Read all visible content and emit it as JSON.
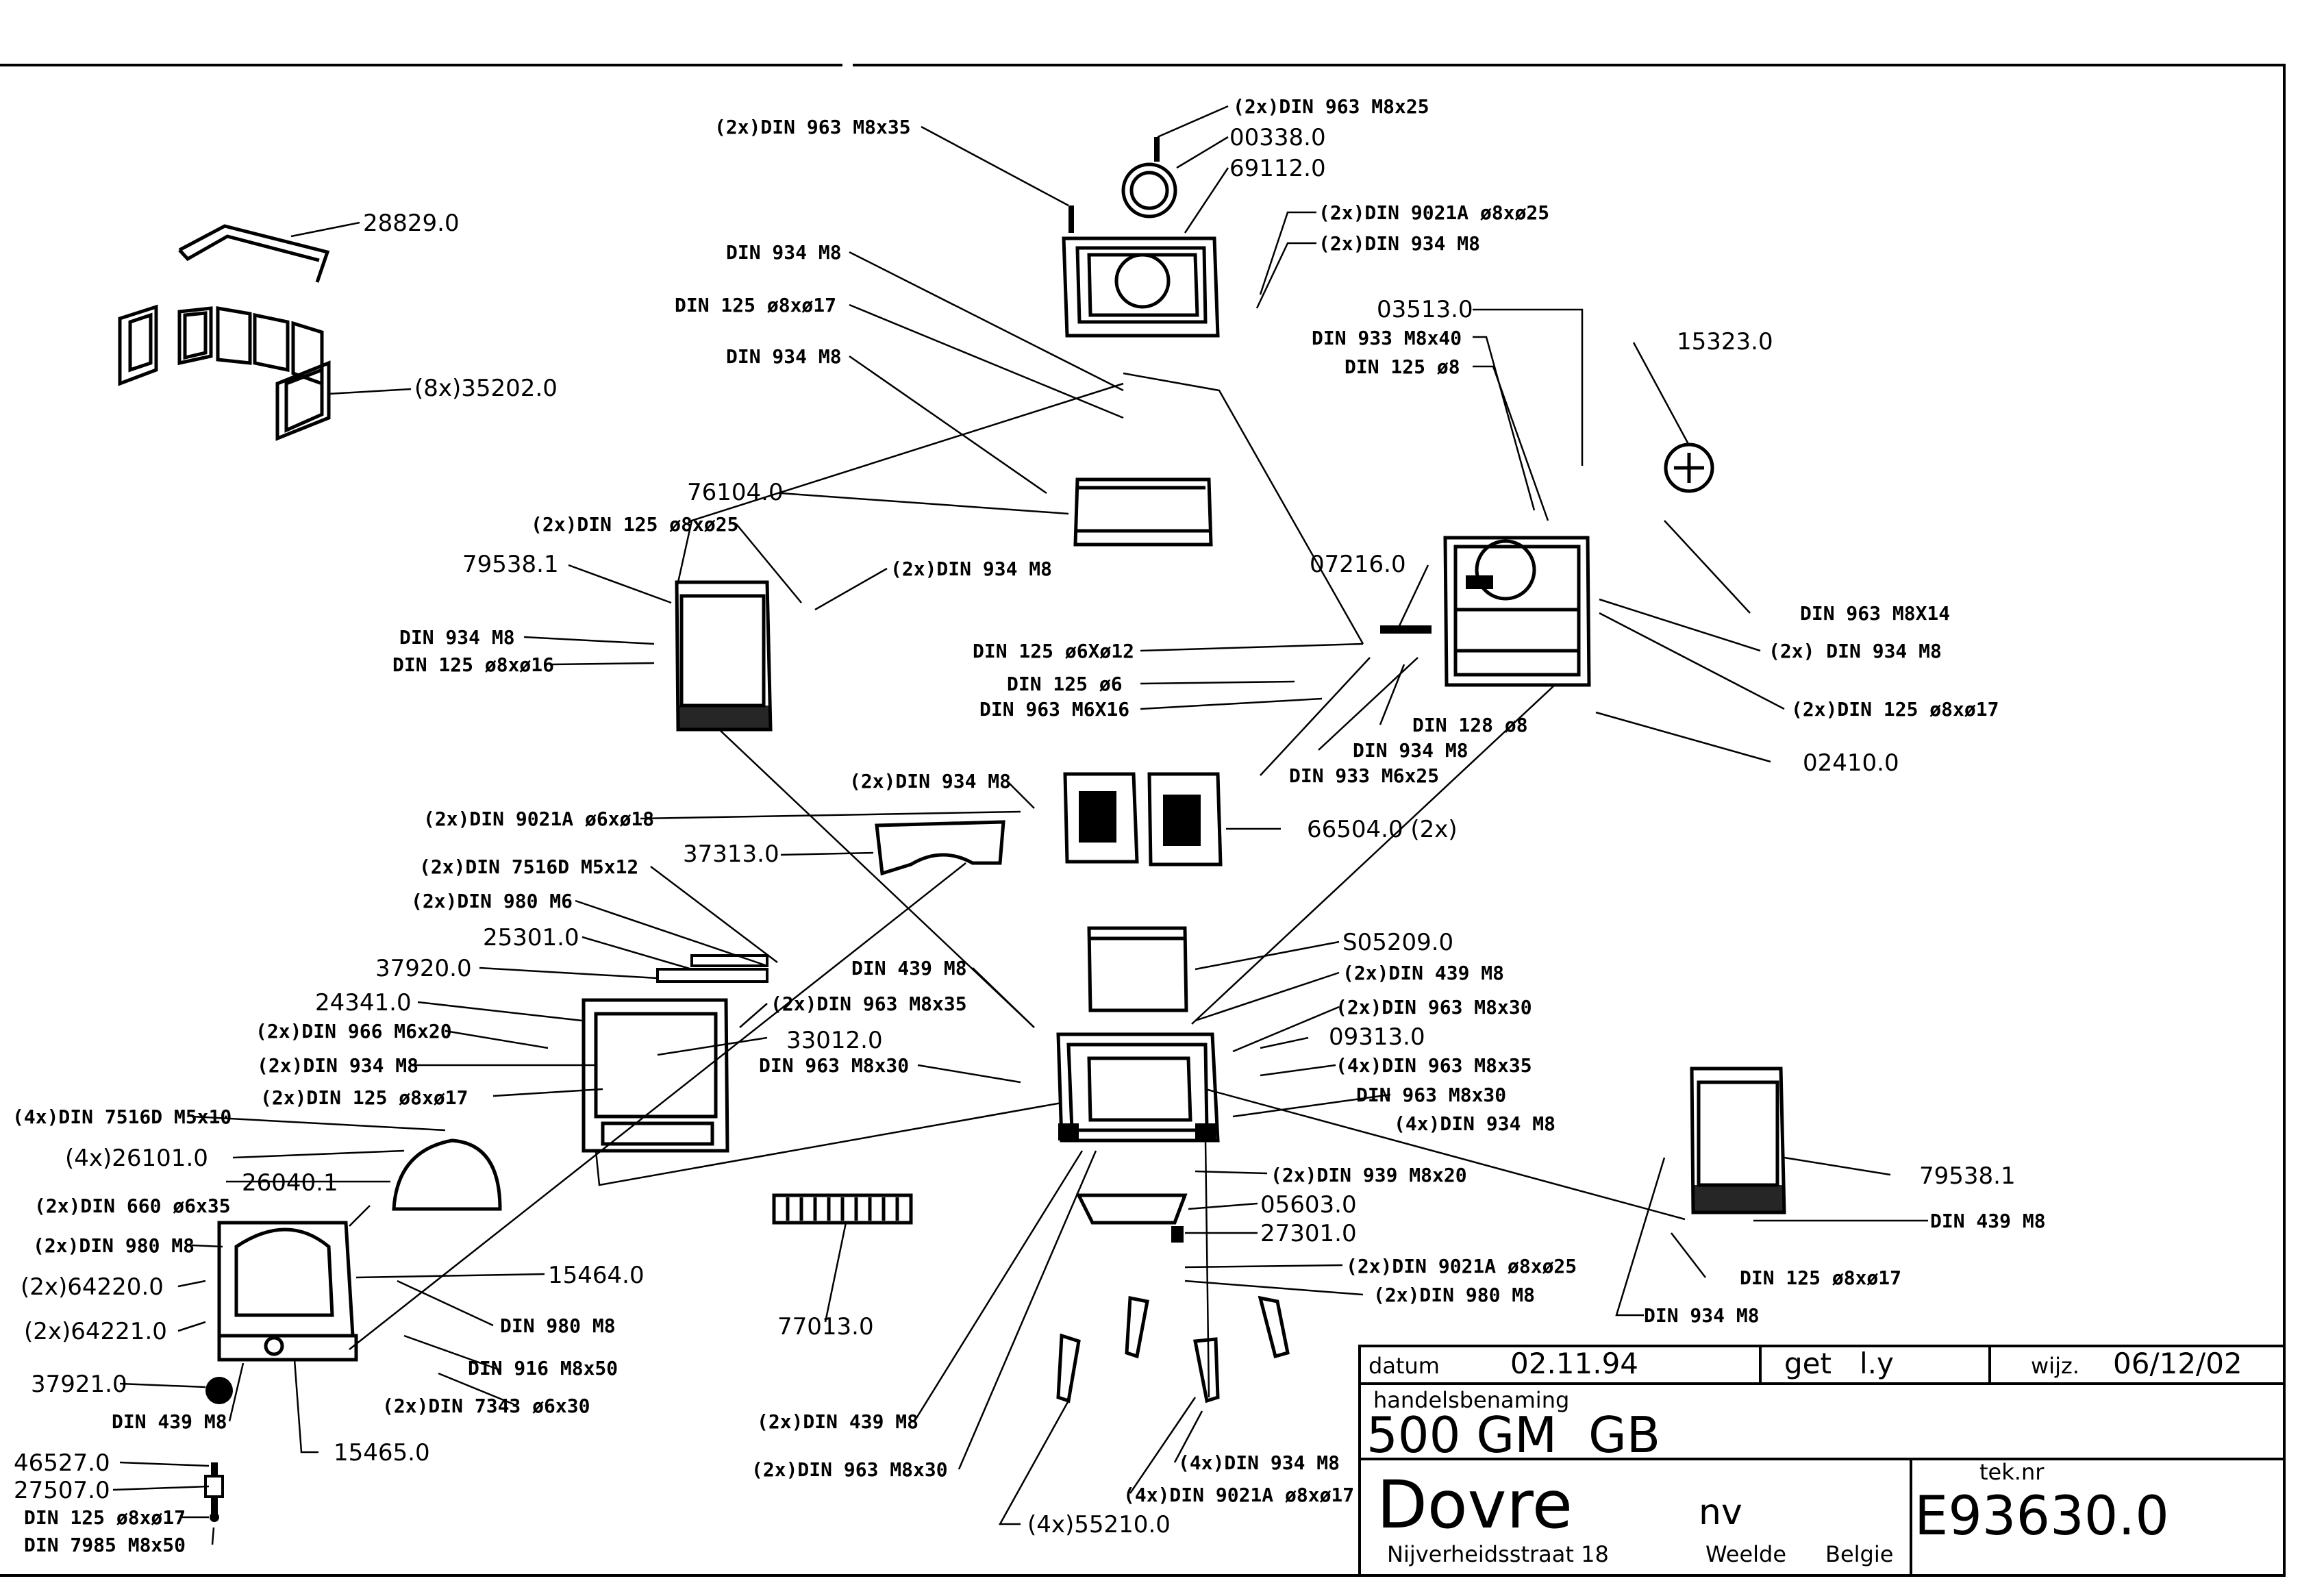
{
  "labels": {
    "l01": "(2x)DIN 963 M8x25",
    "l02": "(2x)DIN 963 M8x35",
    "l03": "00338.0",
    "l04": "69112.0",
    "l05": "28829.0",
    "l06": "(2x)DIN 9021A ø8xø25",
    "l07": "(2x)DIN 934 M8",
    "l08": "DIN 934 M8",
    "l09": "DIN 125 ø8xø17",
    "l10": "03513.0",
    "l11": "DIN 933 M8x40",
    "l12": "(8x)35202.0",
    "l13": "DIN 934 M8",
    "l14": "DIN 125 ø8",
    "l15": "15323.0",
    "l16": "76104.0",
    "l17": "(2x)DIN 125 ø8xø25",
    "l18": "79538.1",
    "l19": "(2x)DIN 934 M8",
    "l20": "07216.0",
    "l21": "DIN 963 M8X14",
    "l22": "DIN 934 M8",
    "l23": "DIN 125 ø8xø16",
    "l24": "DIN 125 ø6Xø12",
    "l25": "(2x) DIN 934 M8",
    "l26": "DIN 125 ø6",
    "l27": "DIN 963 M6X16",
    "l28": "(2x)DIN 125 ø8xø17",
    "l29": "DIN 128 ø8",
    "l30": "DIN 934 M8",
    "l31": "02410.0",
    "l32": "DIN 933 M6x25",
    "l33": "(2x)DIN 934 M8",
    "l34": "(2x)DIN 9021A ø6xø18",
    "l35": "66504.0 (2x)",
    "l36": "37313.0",
    "l37": "(2x)DIN 7516D M5x12",
    "l38": "(2x)DIN 980 M6",
    "l39": "25301.0",
    "l40": "S05209.0",
    "l41": "37920.0",
    "l42": "DIN 439 M8",
    "l43": "(2x)DIN 439 M8",
    "l44": "24341.0",
    "l45": "(2x)DIN 963 M8x35",
    "l46": "(2x)DIN 963 M8x30",
    "l47": "(2x)DIN 966 M6x20",
    "l48": "33012.0",
    "l49": "09313.0",
    "l50": "DIN 963 M8x30",
    "l51": "(4x)DIN 963 M8x35",
    "l52": "(2x)DIN 934 M8",
    "l53": "DIN 963 M8x30",
    "l54": "(2x)DIN 125 ø8xø17",
    "l55": "(4x)DIN 934 M8",
    "l56": "(4x)DIN 7516D M5x10",
    "l57": "(4x)26101.0",
    "l58": "79538.1",
    "l59": "(2x)DIN 939 M8x20",
    "l60": "26040.1",
    "l61": "(2x)DIN 660 ø6x35",
    "l62": "05603.0",
    "l63": "DIN 439 M8",
    "l64": "27301.0",
    "l65": "(2x)DIN 980 M8",
    "l66": "15464.0",
    "l67": "(2x)DIN 9021A ø8xø25",
    "l68": "(2x)64220.0",
    "l69": "(2x)DIN 980 M8",
    "l70": "DIN 125 ø8xø17",
    "l71": "DIN 980 M8",
    "l72": "DIN 934 M8",
    "l73": "(2x)64221.0",
    "l74": "77013.0",
    "l75": "DIN 916 M8x50",
    "l76": "37921.0",
    "l77": "(2x)DIN 7343 ø6x30",
    "l78": "DIN 439 M8",
    "l79": "(2x)DIN 439 M8",
    "l80": "15465.0",
    "l81": "46527.0",
    "l82": "(2x)DIN 963 M8x30",
    "l83": "(4x)DIN 934 M8",
    "l84": "27507.0",
    "l85": "(4x)DIN 9021A ø8xø17",
    "l86": "DIN 125 ø8xø17",
    "l87": "(4x)55210.0",
    "l88": "DIN 7985 M8x50"
  },
  "title_block": {
    "datum_label": "datum",
    "datum_value": "02.11.94",
    "get_label": "get",
    "get_value": "l.y",
    "wijz_label": "wijz.",
    "wijz_value": "06/12/02",
    "handelsbenaming_label": "handelsbenaming",
    "model": "500 GM  GB",
    "company": "Dovre",
    "company_suffix": "nv",
    "street": "Nijverheidsstraat 18",
    "town": "Weelde",
    "country": "Belgie",
    "tek_label": "tek.nr",
    "tek_number": "E93630.0"
  }
}
